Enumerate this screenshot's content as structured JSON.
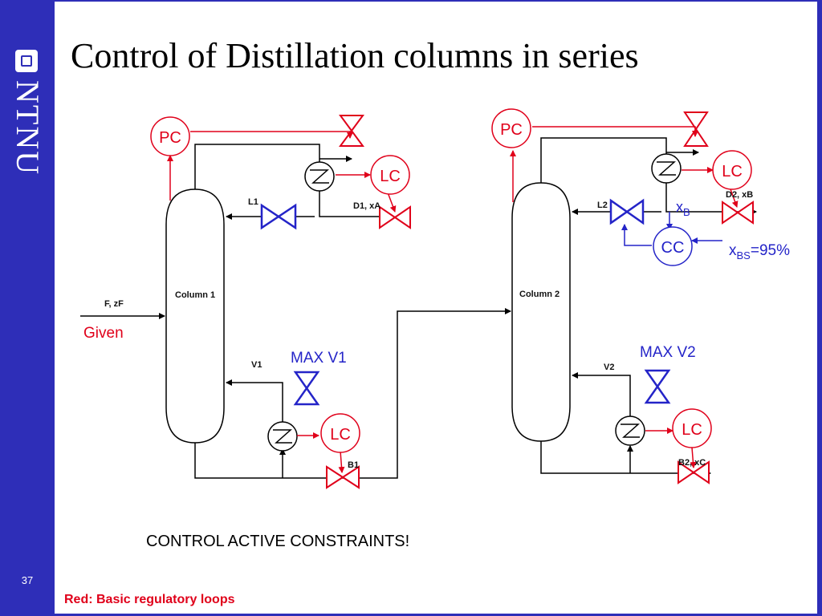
{
  "title": "Control of Distillation columns in series",
  "brand": {
    "name": "NTNU"
  },
  "slide_number": "37",
  "footer_note": "Red: Basic regulatory loops",
  "caption": "CONTROL ACTIVE CONSTRAINTS!",
  "colors": {
    "sidebar": "#2e2eb8",
    "regulatory": "#e0001a",
    "supervisory": "#2424c8"
  },
  "labels": {
    "column1": "Column 1",
    "column2": "Column 2",
    "feed": "F, zF",
    "given": "Given",
    "l1": "L1",
    "l2": "L2",
    "v1": "V1",
    "v2": "V2",
    "d1": "D1, xA",
    "d2": "D2, xB",
    "b1": "B1",
    "b2": "B2, xC",
    "pc": "PC",
    "lc": "LC",
    "cc": "CC",
    "max_v1": "MAX V1",
    "max_v2": "MAX V2",
    "xb_main": "x",
    "xb_sub": "B",
    "xbs_main": "x",
    "xbs_sub": "BS",
    "xbs_value": "=95%"
  }
}
